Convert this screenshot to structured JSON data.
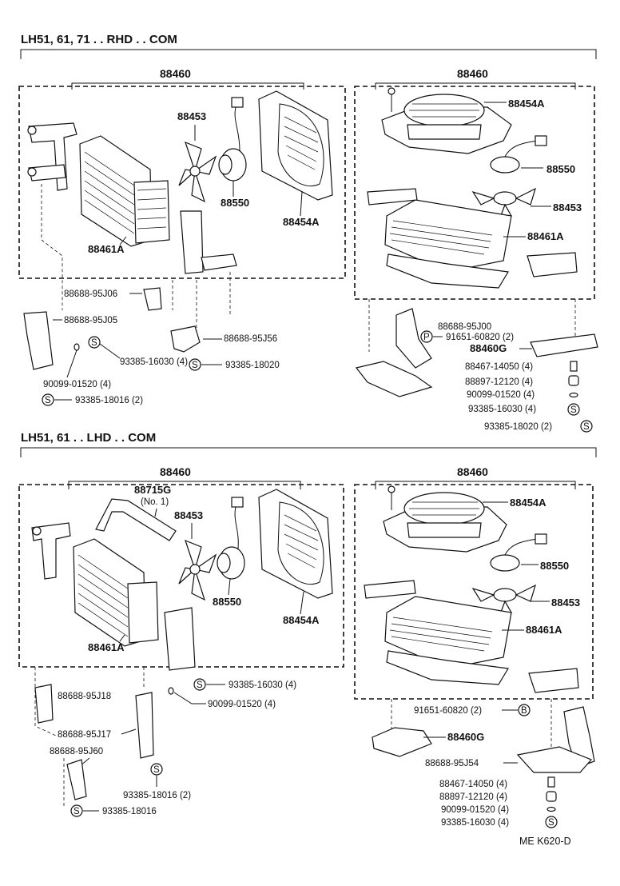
{
  "sections": [
    {
      "title": "LH51, 61, 71 . . RHD . . COM"
    },
    {
      "title": "LH51, 61 . . LHD . . COM"
    }
  ],
  "labels": {
    "s1_left_group": "88460",
    "s1_right_group": "88460",
    "s1_l_fan": "88453",
    "s1_l_motor": "88550",
    "s1_l_case": "88454A",
    "s1_l_core": "88461A",
    "s1_l_b1": "88688-95J06",
    "s1_l_b2": "88688-95J05",
    "s1_l_b3": "88688-95J56",
    "s1_l_s1": "93385-16030 (4)",
    "s1_l_s2": "93385-18020",
    "s1_l_w1": "90099-01520 (4)",
    "s1_l_s3": "93385-18016 (2)",
    "s1_r_case": "88454A",
    "s1_r_motor": "88550",
    "s1_r_fan": "88453",
    "s1_r_core": "88461A",
    "s1_r_p1": "91651-60820 (2)",
    "s1_r_b1": "88688-95J00",
    "s1_r_g": "88460G",
    "s1_r_c1": "88467-14050 (4)",
    "s1_r_c2": "88897-12120 (4)",
    "s1_r_c3": "90099-01520 (4)",
    "s1_r_c4": "93385-16030 (4)",
    "s1_r_c5": "93385-18020 (2)",
    "s2_left_group": "88460",
    "s2_right_group": "88460",
    "s2_l_pipe": "88715G",
    "s2_l_pipe_no": "(No. 1)",
    "s2_l_fan": "88453",
    "s2_l_motor": "88550",
    "s2_l_case": "88454A",
    "s2_l_core": "88461A",
    "s2_l_s1": "93385-16030 (4)",
    "s2_l_w1": "90099-01520 (4)",
    "s2_l_b1": "88688-95J18",
    "s2_l_b2": "88688-95J17",
    "s2_l_b3": "88688-95J60",
    "s2_l_s2": "93385-18016 (2)",
    "s2_l_s3": "93385-18016",
    "s2_r_case": "88454A",
    "s2_r_motor": "88550",
    "s2_r_fan": "88453",
    "s2_r_core": "88461A",
    "s2_r_p1": "91651-60820 (2)",
    "s2_r_g": "88460G",
    "s2_r_b1": "88688-95J54",
    "s2_r_c1": "88467-14050 (4)",
    "s2_r_c2": "88897-12120 (4)",
    "s2_r_c3": "90099-01520 (4)",
    "s2_r_c4": "93385-16030 (4)",
    "footer": "ME K620-D"
  },
  "symbols": {
    "screw": "S",
    "pin": "P",
    "bolt": "B"
  }
}
